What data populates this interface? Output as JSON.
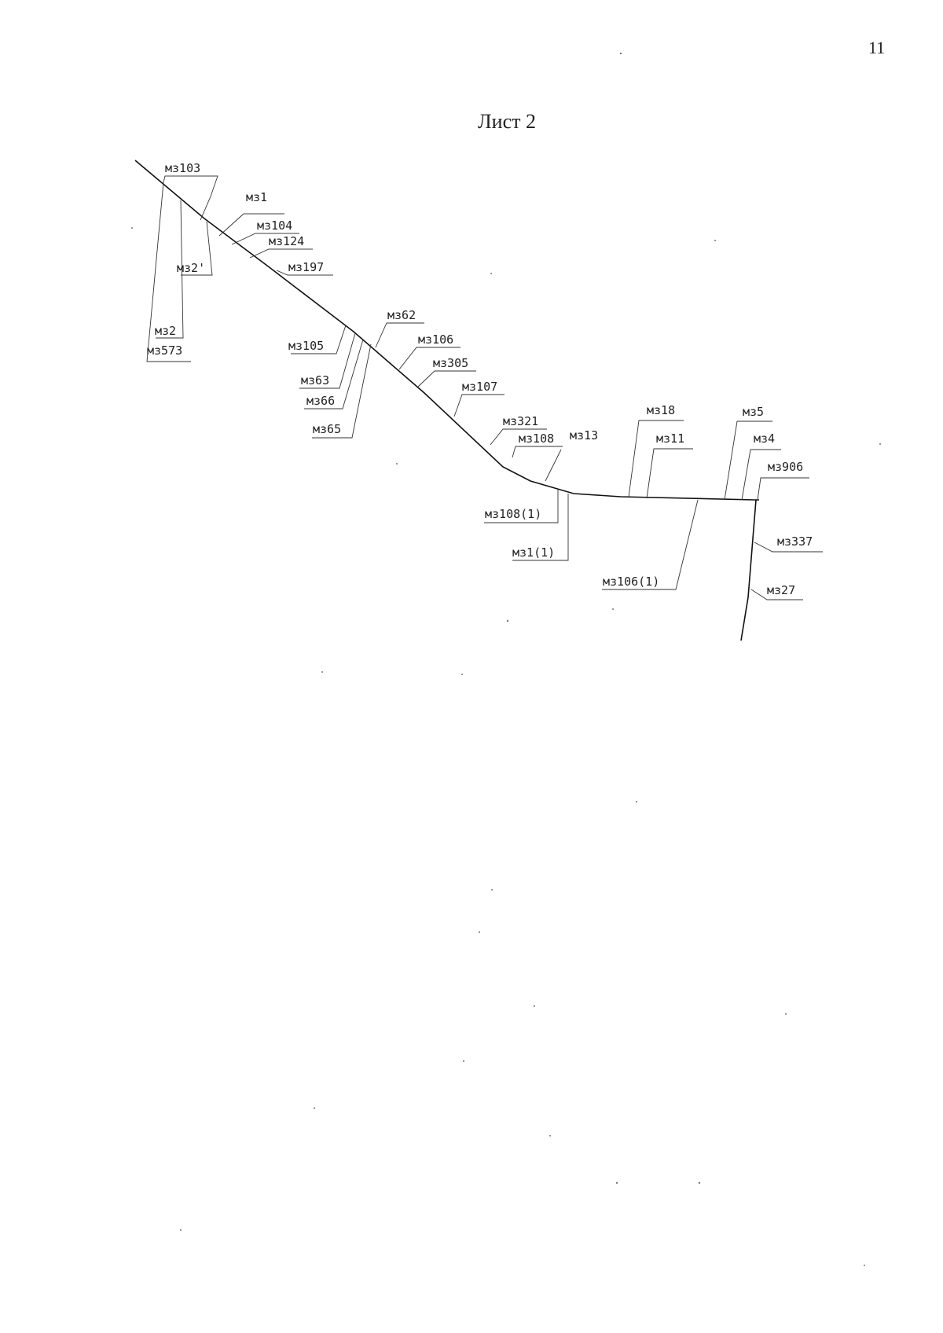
{
  "page": {
    "number": "11",
    "title": "Лист 2"
  },
  "labels": {
    "mz103": "мз103",
    "mz1": "мз1",
    "mz104": "мз104",
    "mz124": "мз124",
    "mz2p": "мз2'",
    "mz197": "мз197",
    "mz2": "мз2",
    "mz573": "мз573",
    "mz62": "мз62",
    "mz105": "мз105",
    "mz106": "мз106",
    "mz63": "мз63",
    "mz305": "мз305",
    "mz66": "мз66",
    "mz107": "мз107",
    "mz65": "мз65",
    "mz321": "мз321",
    "mz108": "мз108",
    "mz13": "мз13",
    "mz18": "мз18",
    "mz5": "мз5",
    "mz11": "мз11",
    "mz4": "мз4",
    "mz906": "мз906",
    "mz108_1": "мз108(1)",
    "mz337": "мз337",
    "mz1_1": "мз1(1)",
    "mz106_1": "мз106(1)",
    "mz27": "мз27"
  }
}
